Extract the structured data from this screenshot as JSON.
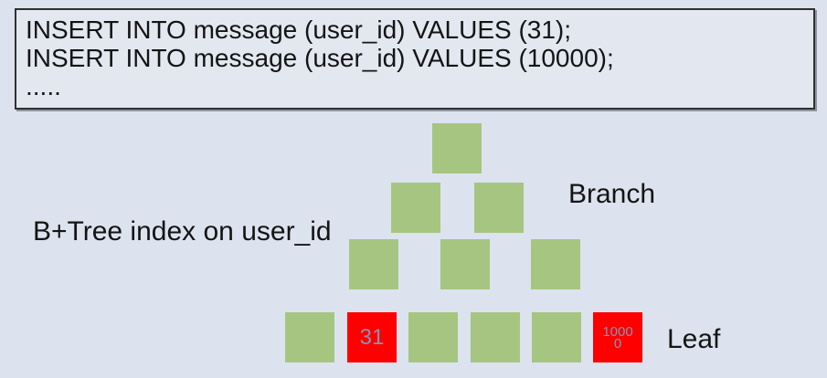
{
  "sql_box": {
    "lines": [
      "INSERT INTO message (user_id) VALUES (31);",
      "INSERT INTO message (user_id) VALUES (10000);",
      "....."
    ]
  },
  "labels": {
    "index_caption": "B+Tree index on user_id",
    "branch": "Branch",
    "leaf": "Leaf"
  },
  "tree": {
    "levels": [
      {
        "name": "root",
        "node_count": 1,
        "type": "branch"
      },
      {
        "name": "branch-level-2",
        "node_count": 2,
        "type": "branch"
      },
      {
        "name": "branch-level-3",
        "node_count": 3,
        "type": "branch"
      },
      {
        "name": "leaf-level",
        "node_count": 6,
        "type": "leaf"
      }
    ],
    "highlighted_leaf_values": {
      "first": "31",
      "second": "10000"
    }
  },
  "colors": {
    "page_bg": "#dce3ee",
    "box_bg": "#e2e7f0",
    "box_border": "#303030",
    "box_shadow": "#8d949e",
    "node_green": "#a6c581",
    "node_red": "#fe0000",
    "node_value_text": "#8394b6",
    "text_dark": "#141414"
  }
}
